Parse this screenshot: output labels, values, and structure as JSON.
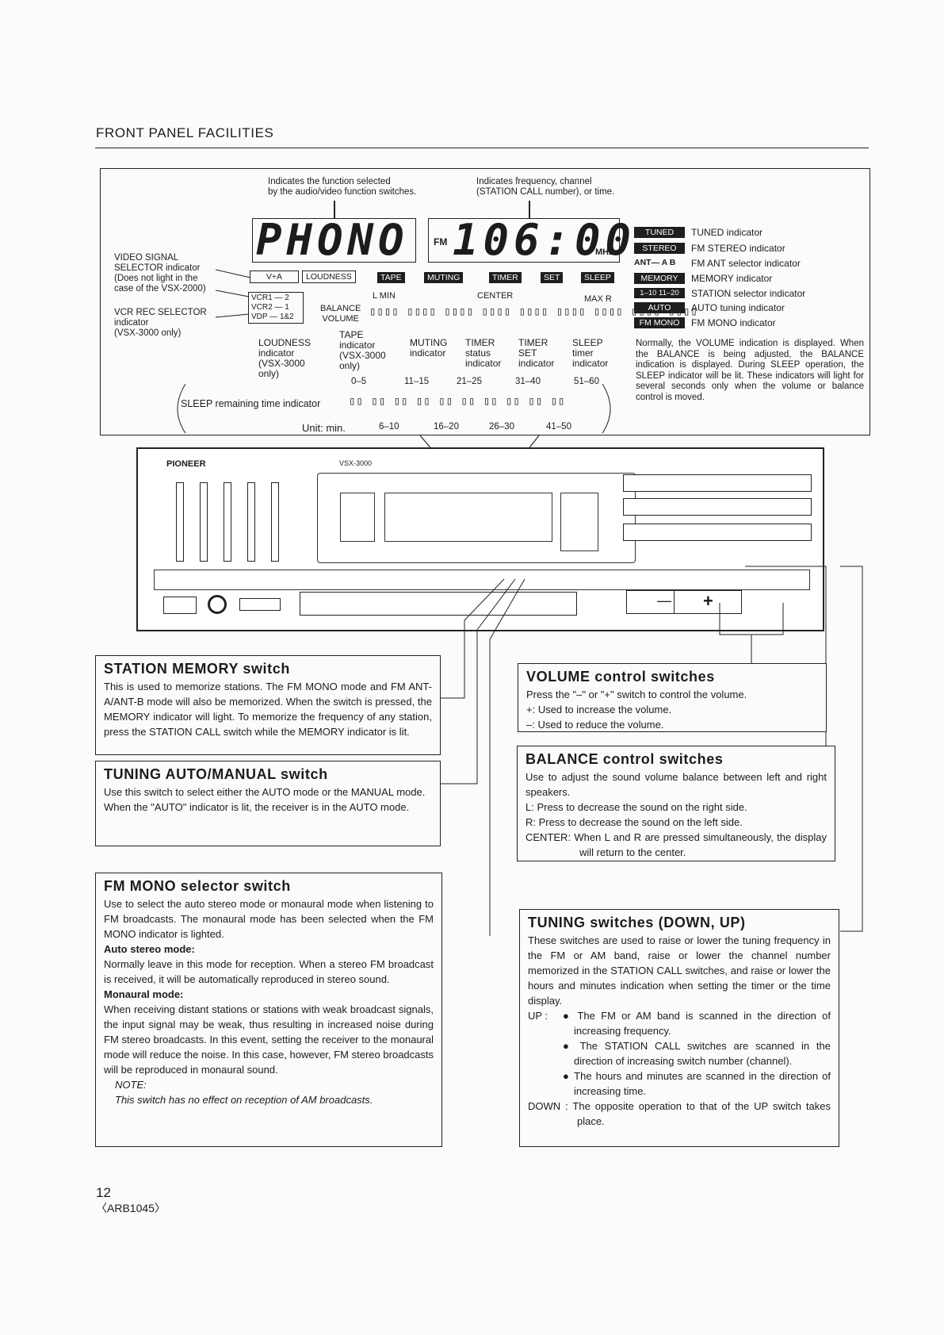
{
  "page": {
    "title": "FRONT PANEL FACILITIES",
    "page_number": "12",
    "doc_code": "〈ARB1045〉"
  },
  "display_diagram": {
    "top_note_function": "Indicates the function selected\nby the audio/video function switches.",
    "top_note_frequency": "Indicates frequency, channel\n(STATION CALL number), or time.",
    "function_display": "PHONO",
    "band": "FM",
    "freq_display": "106:00",
    "unit_mhz": "MHz",
    "video_selector_label": "VIDEO SIGNAL\nSELECTOR indicator\n(Does not light in the\ncase of the VSX-2000)",
    "vcr_rec_label": "VCR REC SELECTOR\nindicator\n(VSX-3000 only)",
    "v_a": "V+A",
    "vcr_lines": [
      "VCR1 — 2",
      "VCR2 — 1",
      "VDP — 1&2"
    ],
    "balance_volume": "BALANCE\nVOLUME",
    "badges_mid": [
      "LOUDNESS",
      "TAPE",
      "MUTING",
      "TIMER",
      "SET",
      "SLEEP"
    ],
    "l_min": "L MIN",
    "center": "CENTER",
    "max_r": "MAX R",
    "indicator_captions": [
      {
        "text": "LOUDNESS\nindicator\n(VSX-3000\nonly)"
      },
      {
        "text": "TAPE\nindicator\n(VSX-3000\nonly)"
      },
      {
        "text": "MUTING\nindicator"
      },
      {
        "text": "TIMER\nstatus\nindicator"
      },
      {
        "text": "TIMER\nSET\nindicator"
      },
      {
        "text": "SLEEP\ntimer\nindicator"
      }
    ],
    "sleep_ranges_top": [
      "0–5",
      "11–15",
      "21–25",
      "31–40",
      "51–60"
    ],
    "sleep_ranges_bottom": [
      "6–10",
      "16–20",
      "26–30",
      "41–50"
    ],
    "sleep_remaining": "SLEEP remaining time indicator",
    "unit_min": "Unit: min.",
    "right_indicators": [
      {
        "badge": "TUNED",
        "label": "TUNED indicator"
      },
      {
        "badge": "STEREO",
        "label": "FM STEREO indicator"
      },
      {
        "badge": "ANT— A B",
        "label": "FM ANT selector indicator"
      },
      {
        "badge": "MEMORY",
        "label": "MEMORY indicator"
      },
      {
        "badge": "1–10 11–20",
        "label": "STATION selector indicator"
      },
      {
        "badge": "AUTO",
        "label": "AUTO tuning indicator"
      },
      {
        "badge": "FM MONO",
        "label": "FM MONO indicator"
      }
    ],
    "volume_note": "Normally, the VOLUME indication is displayed. When the BALANCE is being adjusted, the BALANCE indication is displayed. During SLEEP operation, the SLEEP indicator will be lit. These indicators will light for several seconds only when the volume or balance control is moved."
  },
  "receiver": {
    "brand": "PIONEER",
    "model": "VSX-3000",
    "plus": "+",
    "minus": "—"
  },
  "boxes": {
    "station_memory": {
      "title": "STATION MEMORY switch",
      "body": "This is used to memorize stations. The FM MONO mode and FM ANT-A/ANT-B mode will also be memorized. When the switch is pressed, the MEMORY indicator will light. To memorize the frequency of any station, press the STATION CALL switch while the MEMORY indicator is lit."
    },
    "tuning_auto_manual": {
      "title": "TUNING AUTO/MANUAL switch",
      "body1": "Use this switch to select either the AUTO mode or the MANUAL mode.",
      "body2": "When the \"AUTO\" indicator is lit, the receiver is in the AUTO mode."
    },
    "fm_mono": {
      "title": "FM MONO selector switch",
      "intro": "Use to select the auto stereo mode or monaural mode when listening to FM broadcasts. The monaural mode has been selected when the FM MONO indicator is lighted.",
      "auto_head": "Auto stereo mode:",
      "auto_body": "Normally leave in this mode for reception. When a stereo FM broadcast is received, it will be automatically reproduced in stereo sound.",
      "mono_head": "Monaural mode:",
      "mono_body": "When receiving distant stations or stations with weak broadcast signals, the input signal may be weak, thus resulting in increased noise during FM stereo broadcasts. In this event, setting the receiver to the monaural mode will reduce the noise. In this case, however, FM stereo broadcasts will be reproduced in monaural sound.",
      "note_head": "NOTE:",
      "note_body": "This switch has no effect on reception of AM broadcasts."
    },
    "volume": {
      "title": "VOLUME control switches",
      "lines": [
        "Press the \"–\" or \"+\" switch to control the volume.",
        "+: Used to increase the volume.",
        "–: Used to reduce the volume."
      ]
    },
    "balance": {
      "title": "BALANCE control switches",
      "lines": [
        "Use to adjust the sound volume balance between left and right speakers.",
        "L: Press to decrease the sound on the right side.",
        "R: Press to decrease the sound on the left side.",
        "CENTER: When L and R are pressed simultaneously, the display will return to the center."
      ]
    },
    "tuning": {
      "title": "TUNING switches (DOWN, UP)",
      "intro": "These switches are used to raise or lower the tuning frequency in the FM or AM band, raise or lower the channel number memorized in the STATION CALL switches, and raise or lower the hours and minutes indication when setting the timer or the time display.",
      "up_label": "UP :",
      "up_items": [
        "The FM or AM band is scanned in the direction of increasing frequency.",
        "The STATION CALL switches are scanned in the direction of increasing switch number (channel).",
        "The hours and minutes are scanned in the direction of increasing time."
      ],
      "down": "DOWN : The opposite operation to that of the UP switch takes place."
    }
  }
}
